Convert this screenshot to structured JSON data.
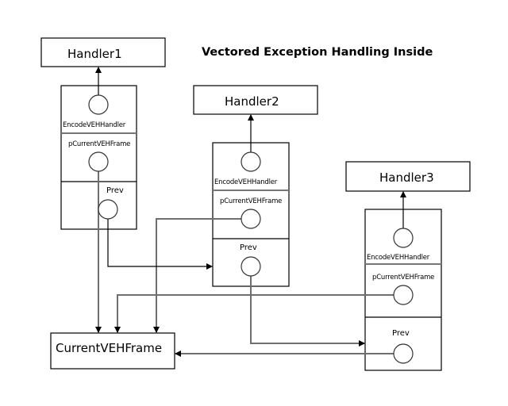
{
  "title": "Vectored Exception Handling Inside",
  "handlers": [
    {
      "label": "Handler1"
    },
    {
      "label": "Handler2"
    },
    {
      "label": "Handler3"
    }
  ],
  "frames": [
    {
      "field_encode": "EncodeVEHHandler",
      "field_current": "pCurrentVEHFrame",
      "field_prev": "Prev"
    },
    {
      "field_encode": "EncodeVEHHandler",
      "field_current": "pCurrentVEHFrame",
      "field_prev": "Prev"
    },
    {
      "field_encode": "EncodeVEHHandler",
      "field_current": "pCurrentVEHFrame",
      "field_prev": "Prev"
    }
  ],
  "current_frame": {
    "label": "CurrentVEHFrame"
  },
  "colors": {
    "box_stroke": "#000000",
    "pointer_gray": "#6f6f6f"
  }
}
